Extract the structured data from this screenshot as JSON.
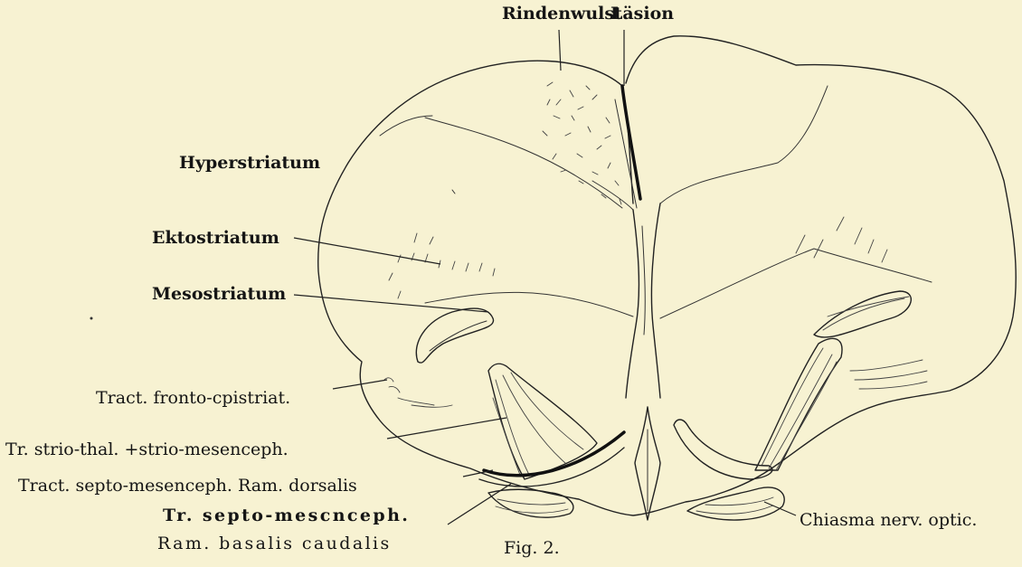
{
  "labels": {
    "rindenwulst": "Rindenwulst",
    "laesion": "Läsion",
    "hyperstriatum": "Hyperstriatum",
    "ektostriatum": "Ektostriatum",
    "mesostriatum": "Mesostriatum",
    "tract_fronto": "Tract. fronto-cpistriat.",
    "tr_strio": "Tr. strio-thal. +strio-mesenceph.",
    "tract_septo_dorsalis": "Tract. septo-mesenceph. Ram. dorsalis",
    "tr_septo_line1": "Tr. septo-mescnceph.",
    "tr_septo_line2": "Ram. basalis caudalis",
    "chiasma": "Chiasma nerv. optic.",
    "figure_caption": "Fig. 2."
  }
}
